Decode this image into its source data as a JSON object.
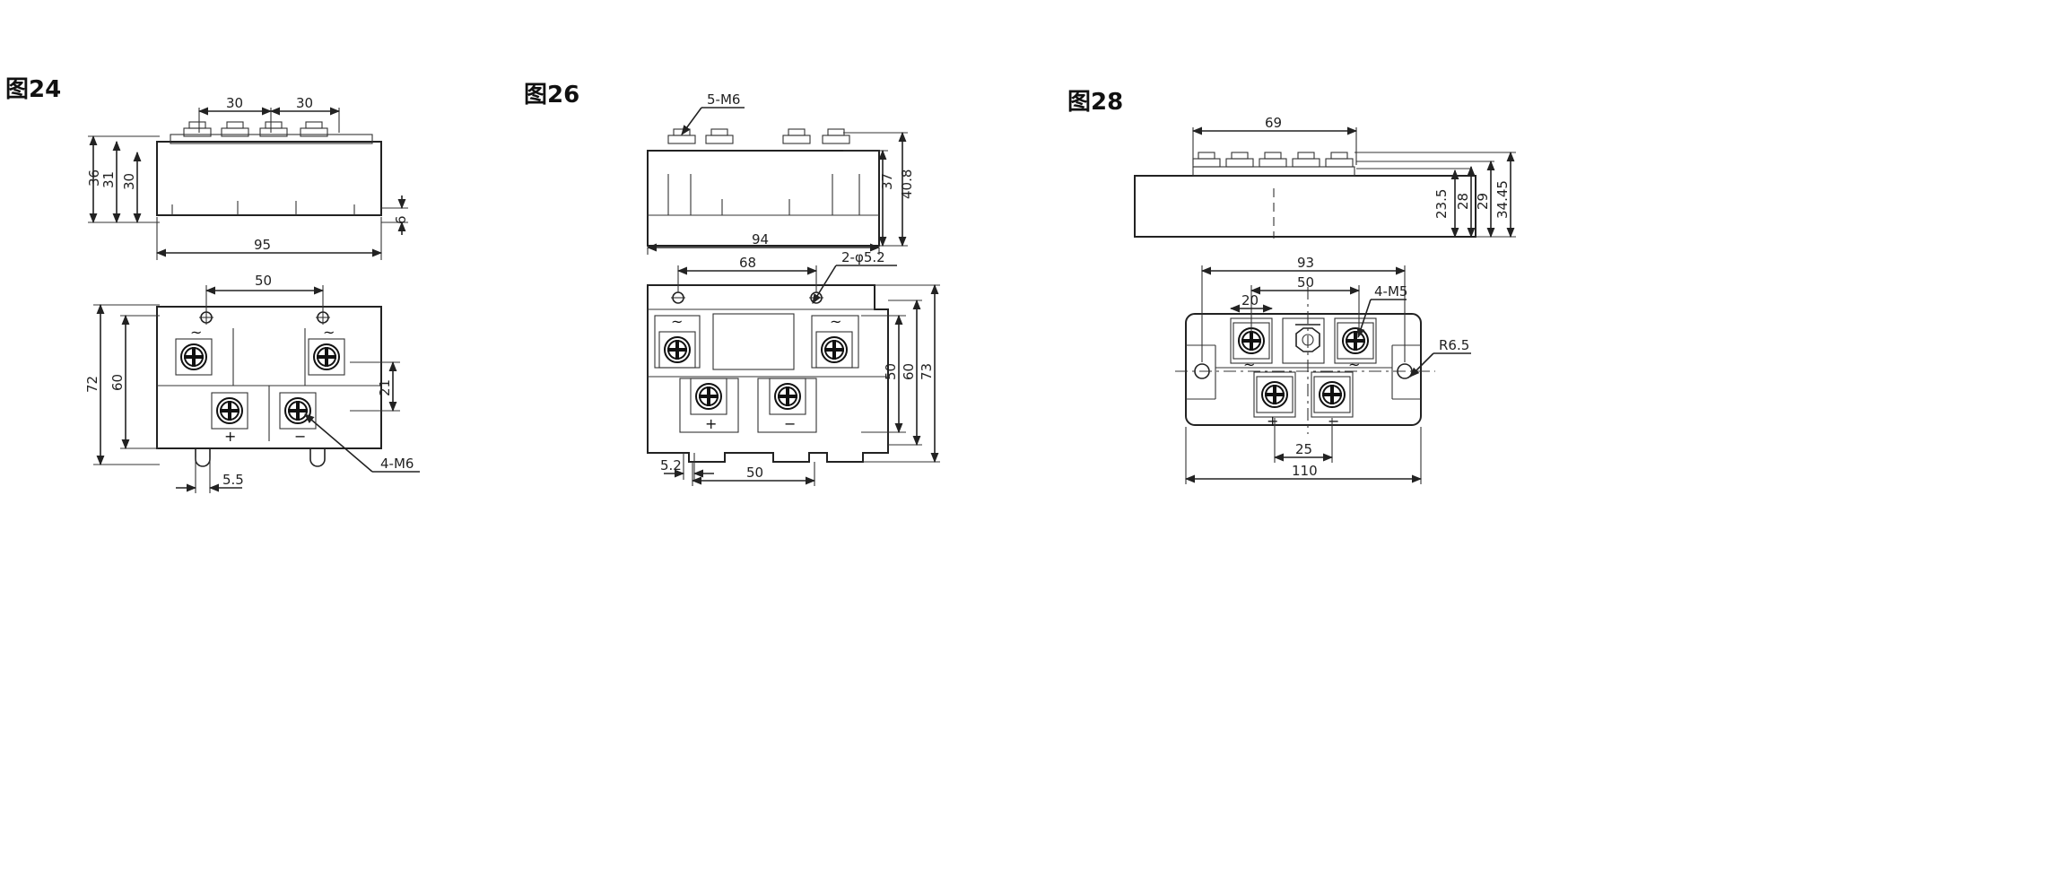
{
  "figures": [
    {
      "title": "图24",
      "dims": [
        "30",
        "30",
        "36",
        "31",
        "30",
        "6",
        "95",
        "50",
        "72",
        "60",
        "21",
        "5.5",
        "4-M6"
      ],
      "terminal_symbols": [
        "~",
        "~",
        "+",
        "−"
      ]
    },
    {
      "title": "图26",
      "dims": [
        "5-M6",
        "37",
        "40.8",
        "94",
        "68",
        "2-φ5.2",
        "50",
        "60",
        "73",
        "5.2",
        "50"
      ],
      "terminal_symbols": [
        "~",
        "~",
        "+",
        "−"
      ]
    },
    {
      "title": "图28",
      "dims": [
        "69",
        "23.5",
        "28",
        "29",
        "34.45",
        "93",
        "50",
        "20",
        "4-M5",
        "R6.5",
        "25",
        "110"
      ],
      "terminal_symbols": [
        "~",
        "~",
        "+",
        "−"
      ]
    }
  ]
}
